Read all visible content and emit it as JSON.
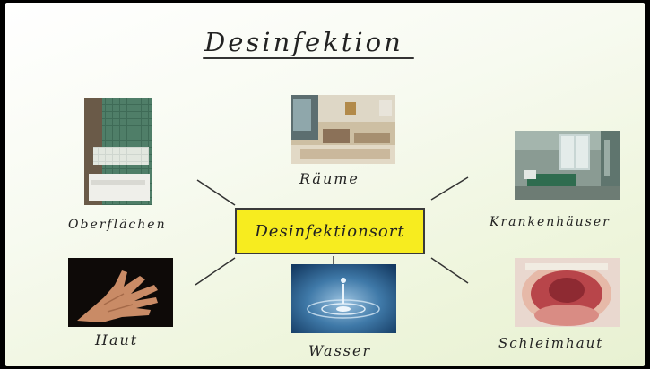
{
  "title": "Desinfektion",
  "center_label": "Desinfektionsort",
  "items": {
    "raeume": "Räume",
    "oberflaechen": "Oberflächen",
    "krankenhaeuser": "Krankenhäuser",
    "haut": "Haut",
    "wasser": "Wasser",
    "schleimhaut": "Schleimhaut"
  }
}
